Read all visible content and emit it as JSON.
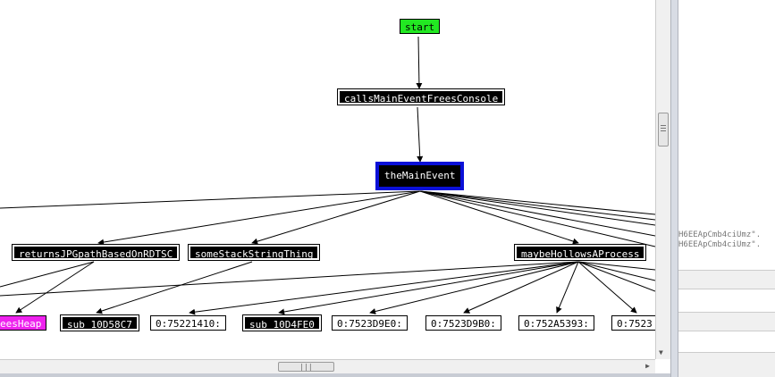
{
  "graph": {
    "nodes": {
      "start": "start",
      "calls_main_event_frees_console": "callsMainEventFreesConsole",
      "the_main_event": "theMainEvent",
      "returns_jpg_path": "returnsJPGpathBasedOnRDTSC",
      "some_stack_string_thing": "someStackStringThing",
      "maybe_hollows_a_process": "maybeHollowsAProcess",
      "frees_heap_partial": "eesHeap",
      "sub_10d58c7": "sub_10D58C7",
      "addr_75221410": "0:75221410:",
      "sub_10d4fe0": "sub_10D4FE0",
      "addr_7523d9e0": "0:7523D9E0:",
      "addr_7523d9b0": "0:7523D9B0:",
      "addr_752a5393": "0:752A5393:",
      "addr_7523_partial": "0:7523"
    },
    "colors": {
      "start_node": "#22e822",
      "main_node_border": "#0a10d8",
      "heap_node": "#ee22ee",
      "dark_node": "#000000"
    }
  },
  "right_panel": {
    "code_lines": [
      "H6EEApCmb4ciUmz\".",
      "H6EEApCmb4ciUmz\"."
    ]
  },
  "scrollbars": {
    "horizontal_grip": "|||",
    "vertical_down_arrow": "▼",
    "horizontal_right_arrow": "▶"
  }
}
